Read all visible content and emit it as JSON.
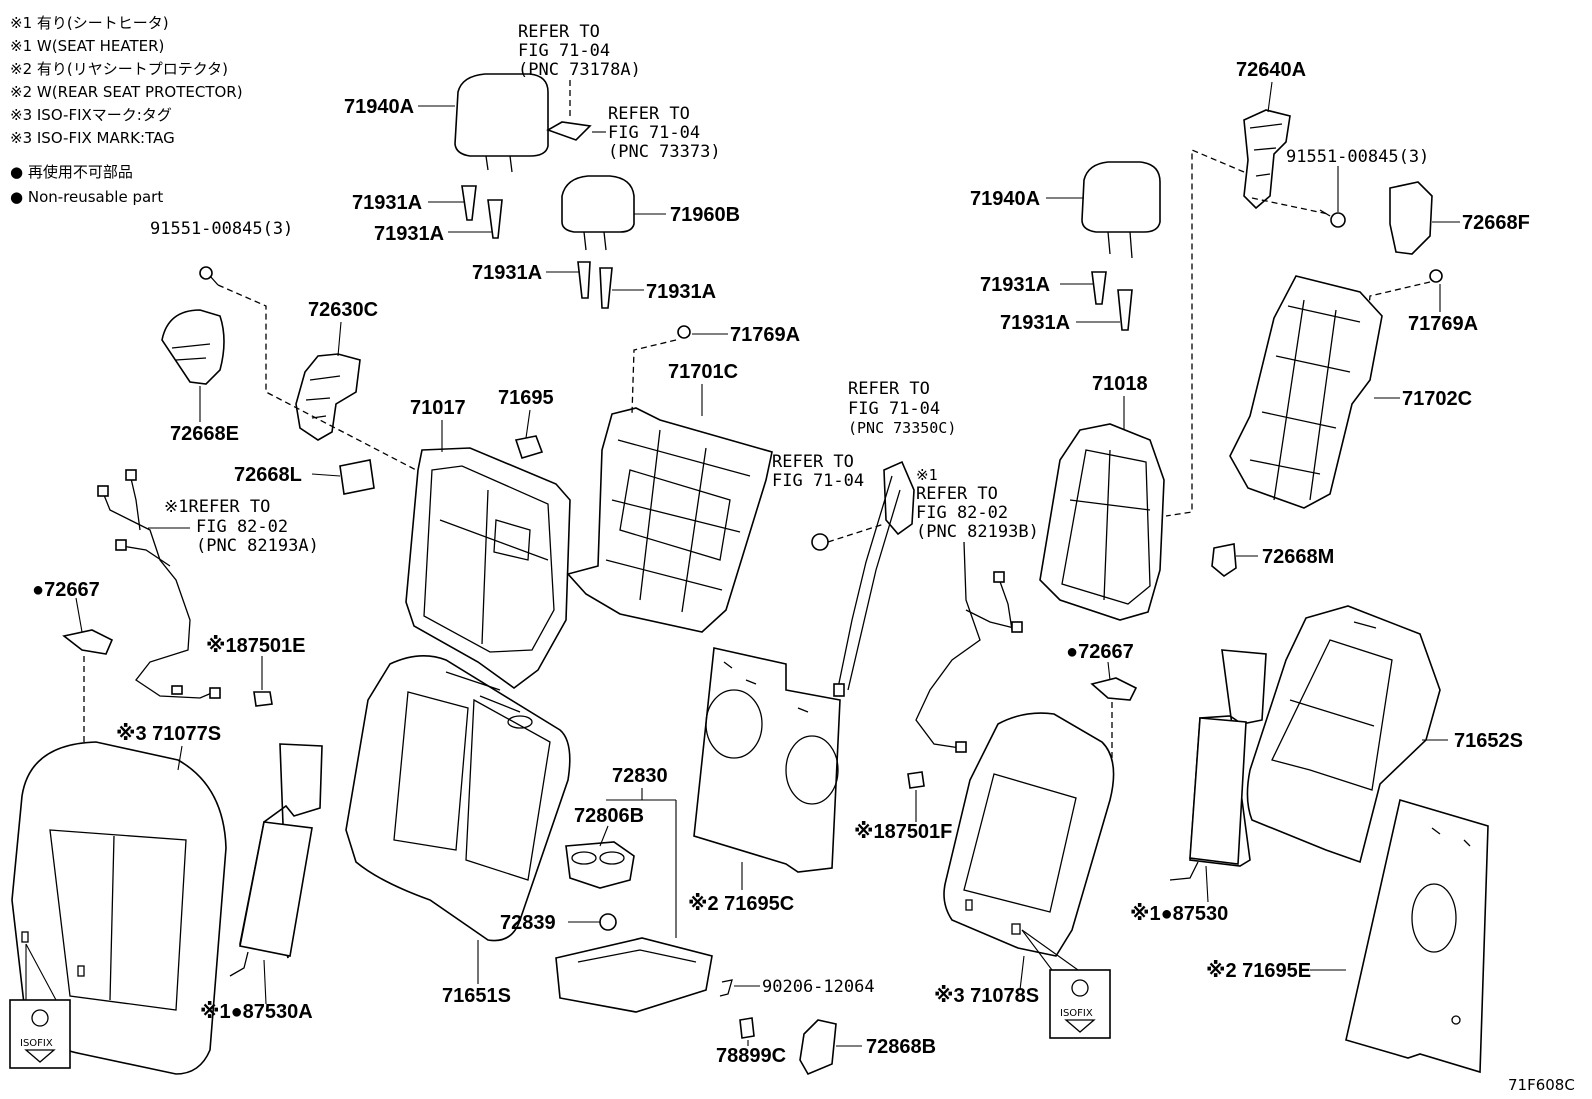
{
  "legend": [
    "※1 有り(シートヒータ)",
    "※1 W(SEAT HEATER)",
    "※2 有り(リヤシートプロテクタ)",
    "※2 W(REAR SEAT PROTECTOR)",
    "※3 ISO-FIXマーク:タグ",
    "※3 ISO-FIX MARK:TAG",
    "● 再使用不可部品",
    "● Non-reusable part"
  ],
  "labels": {
    "p71940A_l": "71940A",
    "p71931A_l1": "71931A",
    "p71931A_l2": "71931A",
    "p71960B": "71960B",
    "p71931A_m1": "71931A",
    "p71931A_m2": "71931A",
    "p91551_l": "91551-00845(3)",
    "p72630C": "72630C",
    "p72668E": "72668E",
    "p71017": "71017",
    "p71695": "71695",
    "p72668L": "72668L",
    "p71769A_m": "71769A",
    "p71701C": "71701C",
    "p72667_l": "●72667",
    "p87501E": "※187501E",
    "p71077S": "※3  71077S",
    "p87530A": "※1●87530A",
    "p71651S": "71651S",
    "p72830": "72830",
    "p72806B": "72806B",
    "p72839": "72839",
    "p71695C": "※2 71695C",
    "p90206": "90206-12064",
    "p78899C": "78899C",
    "p72868B": "72868B",
    "p87501F": "※187501F",
    "p71078S": "※3  71078S",
    "p71940A_r": "71940A",
    "p71931A_r1": "71931A",
    "p71931A_r2": "71931A",
    "p71018": "71018",
    "p72640A": "72640A",
    "p91551_r": "91551-00845(3)",
    "p72668F": "72668F",
    "p71769A_r": "71769A",
    "p71702C": "71702C",
    "p72668M": "72668M",
    "p72667_r": "●72667",
    "p87530": "※1●87530",
    "p71652S": "71652S",
    "p71695E": "※2 71695E",
    "code": "71F608C",
    "iso_l": "ISOFIX",
    "iso_r": "ISOFIX"
  },
  "refs": {
    "r1": [
      "REFER TO",
      "FIG 71-04",
      "(PNC 73178A)"
    ],
    "r2": [
      "REFER TO",
      "FIG 71-04",
      "(PNC 73373)"
    ],
    "r3": [
      "※1REFER TO",
      "FIG 82-02",
      "(PNC 82193A)"
    ],
    "r4": [
      "REFER TO",
      "FIG 71-04",
      "(PNC 73350C)"
    ],
    "r5": [
      "REFER TO",
      "FIG 71-04"
    ],
    "r6": [
      "※1",
      "REFER TO",
      "FIG 82-02",
      "(PNC 82193B)"
    ]
  }
}
